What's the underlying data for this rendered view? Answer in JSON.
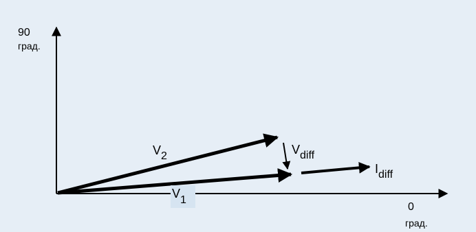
{
  "axes": {
    "y_value": "90",
    "y_unit": "град.",
    "x_value": "0",
    "x_unit": "град."
  },
  "vectors": {
    "v2": {
      "main": "V",
      "sub": "2"
    },
    "v1": {
      "main": "V",
      "sub": "1"
    },
    "vdiff": {
      "main": "V",
      "sub": "diff"
    },
    "idiff": {
      "main": "I",
      "sub": "diff"
    }
  },
  "colors": {
    "background": "#e6eef6",
    "ink": "#000000",
    "v1_label_highlight": "#d6e4f1"
  }
}
